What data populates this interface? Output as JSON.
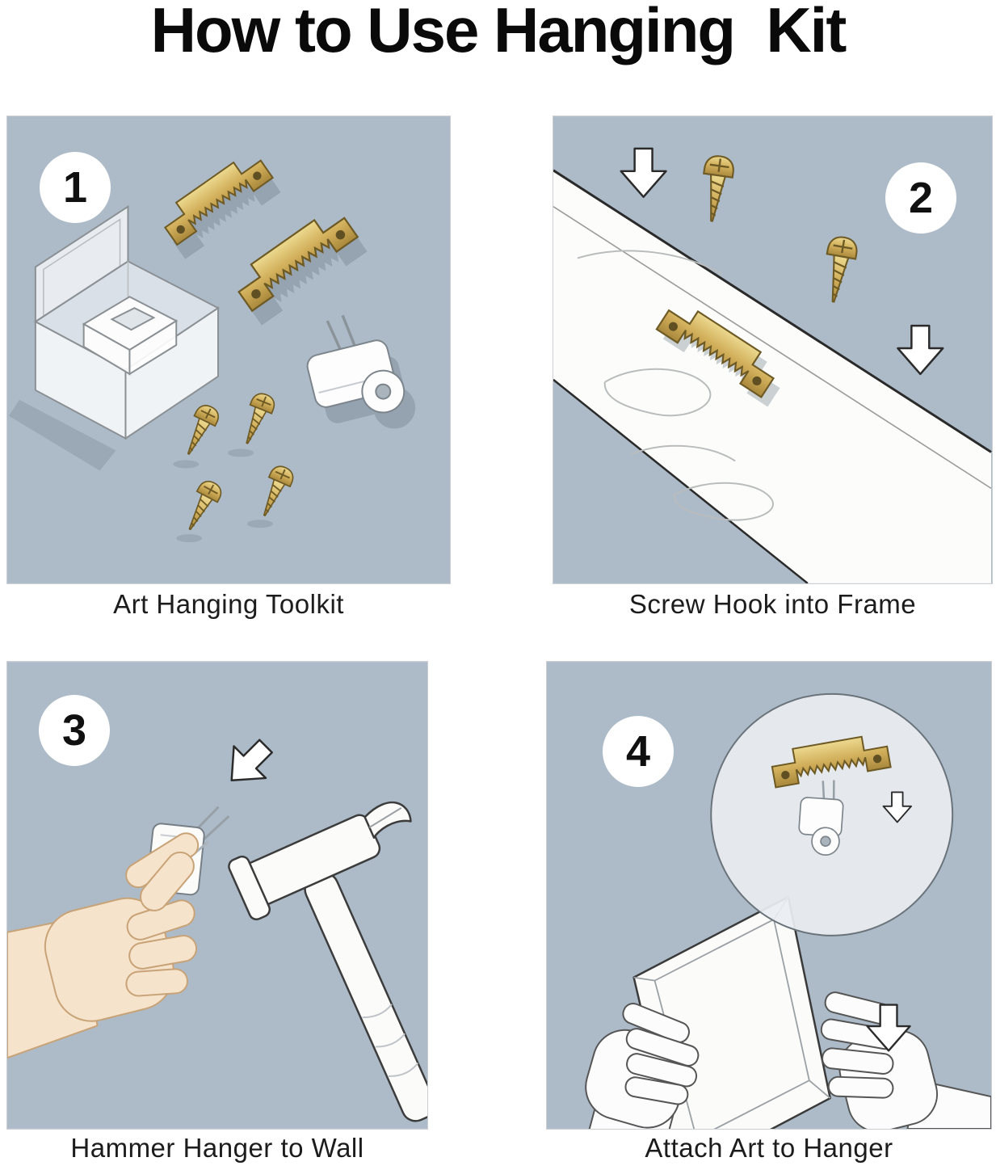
{
  "title": "How to Use Hanging  Kit",
  "steps": [
    {
      "number": "1",
      "caption": "Art Hanging Toolkit"
    },
    {
      "number": "2",
      "caption": "Screw Hook into Frame"
    },
    {
      "number": "3",
      "caption": "Hammer Hanger to Wall"
    },
    {
      "number": "4",
      "caption": "Attach Art to Hanger"
    }
  ],
  "colors": {
    "panel_background": "#adbbc9",
    "brass": "#d2b05c",
    "brass_highlight": "#ecd98f",
    "brass_shadow": "#a9883c",
    "hardware_white": "#fbfbfa",
    "outline": "#2b2b2b",
    "skin": "#f5e3cb",
    "cast_shadow": "#7f8c99"
  }
}
